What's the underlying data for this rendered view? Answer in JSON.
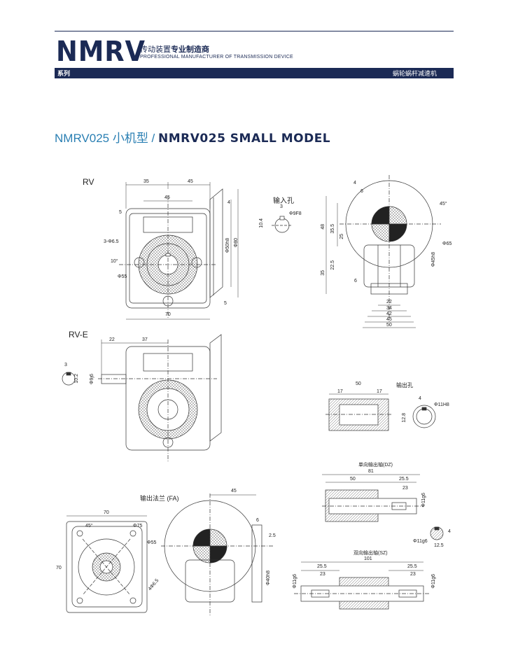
{
  "header": {
    "brand": "NMRV",
    "tagline_normal": "传动装置",
    "tagline_bold": "专业制造商",
    "tagline_en": "PROFESSIONAL MANUFACTURER OF TRANSMISSION DEVICE",
    "series": "系列",
    "category": "蜗轮蜗杆减速机"
  },
  "title": {
    "cn": "NMRV025 小机型 / ",
    "en": "NMRV025 SMALL MODEL"
  },
  "views": {
    "rv": "RV",
    "rv_e": "RV-E",
    "input_hole": "输入孔",
    "output_hole": "输出孔",
    "output_flange": "输出法兰 (FA)",
    "single_shaft": "单向输出轴(DZ)",
    "double_shaft": "双向输出轴(SZ)"
  },
  "dims": {
    "rv_35": "35",
    "rv_45": "45",
    "rv_45b": "45",
    "rv_4": "4",
    "rv_5": "5",
    "rv_5b": "5",
    "rv_70": "70",
    "rv_50h8": "Φ50h8",
    "rv_80": "Φ80",
    "rv_holes": "3-Φ6.5",
    "rv_10deg": "10°",
    "rv_55": "Φ55",
    "in_3": "3",
    "in_10_4": "10.4",
    "in_9f8": "Φ9F8",
    "side_4": "4",
    "side_6": "6",
    "side_45deg": "45°",
    "side_48": "48",
    "side_35_5": "35.5",
    "side_25": "25",
    "side_65": "Φ65",
    "side_45h8": "Φ45h8",
    "side_22_5": "22.5",
    "side_35": "35",
    "side_6b": "6",
    "side_22": "22",
    "side_34": "34",
    "side_42": "42",
    "side_45": "45",
    "side_50": "50",
    "e_22": "22",
    "e_37": "37",
    "e_3": "3",
    "e_10_2": "10.2",
    "e_9j6": "Φ9j6",
    "oh_50": "50",
    "oh_17a": "17",
    "oh_17b": "17",
    "oh_4": "4",
    "oh_11h8": "Φ11H8",
    "oh_12_8": "12.8",
    "dz_81": "81",
    "dz_50": "50",
    "dz_25_5": "25.5",
    "dz_23": "23",
    "dz_11g6": "Φ11g6",
    "dz_11g6b": "Φ11g6",
    "dz_12_5": "12.5",
    "dz_4": "4",
    "sz_101": "101",
    "sz_25_5a": "25.5",
    "sz_25_5b": "25.5",
    "sz_23a": "23",
    "sz_23b": "23",
    "sz_11g6a": "Φ11g6",
    "sz_11g6b": "Φ11g6",
    "fa_70": "70",
    "fa_70v": "70",
    "fa_45deg": "45°",
    "fa_75": "Φ75",
    "fa_55": "Φ55",
    "fa_6_5": "4Φ6.5",
    "fa_45": "45",
    "fa_6": "6",
    "fa_2_5": "2.5",
    "fa_40h8": "Φ40h8"
  }
}
